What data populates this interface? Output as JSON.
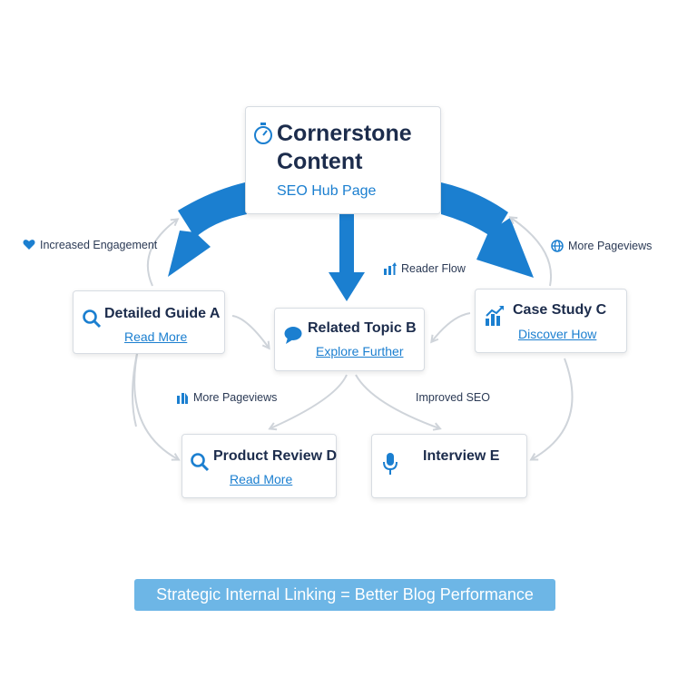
{
  "hub": {
    "title_line1": "Cornerstone",
    "title_line2": "Content",
    "subtitle": "SEO Hub Page",
    "icon": "stopwatch-icon"
  },
  "nodes": {
    "a": {
      "title": "Detailed Guide A",
      "link": "Read More",
      "icon": "search-icon"
    },
    "b": {
      "title": "Related Topic B",
      "link": "Explore Further",
      "icon": "chat-bubble-icon"
    },
    "c": {
      "title": "Case Study C",
      "link": "Discover How",
      "icon": "bar-chart-icon"
    },
    "d": {
      "title": "Product Review D",
      "link": "Read More",
      "icon": "search-icon"
    },
    "e": {
      "title": "Interview E",
      "icon": "microphone-icon"
    }
  },
  "labels": {
    "increased_engagement": "Increased Engagement",
    "more_pageviews_right": "More Pageviews",
    "reader_flow": "Reader Flow",
    "more_pageviews_left": "More Pageviews",
    "improved_seo": "Improved SEO"
  },
  "banner": "Strategic Internal Linking = Better Blog Performance",
  "colors": {
    "accent": "#1b7fd0",
    "dark_text": "#1c2c4c",
    "banner": "#6db6e6",
    "connector": "#cfd4da"
  }
}
